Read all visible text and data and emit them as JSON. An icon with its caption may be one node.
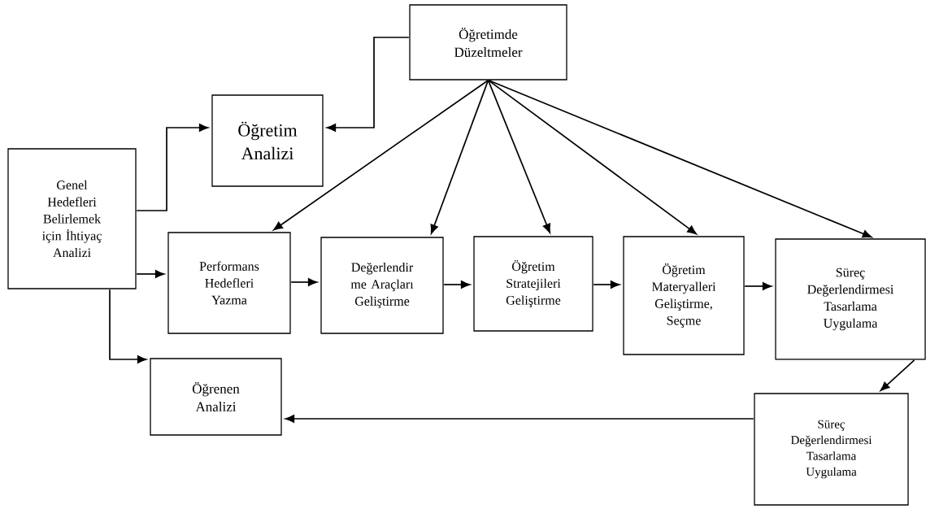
{
  "diagram": {
    "nodes": [
      {
        "text": [
          "Öğretimde Düzeltmeler"
        ]
      },
      {
        "text": [
          "Öğretim Analizi"
        ]
      },
      {
        "text": [
          "Genel Hedefleri Belirlemek için İhtiyaç Analizi"
        ]
      },
      {
        "text": [
          "Performans Hedefleri Yazma"
        ]
      },
      {
        "text": [
          "Değerlendir me Araçları Geliştirme"
        ]
      },
      {
        "text": [
          "Öğretim Stratejileri Geliştirme"
        ]
      },
      {
        "text": [
          "Öğretim Materyalleri Geliştirme, Seçme"
        ]
      },
      {
        "text": [
          "Süreç Değerlendirmesi Tasarlama Uygulama"
        ]
      },
      {
        "text": [
          "Öğrenen Analizi"
        ]
      },
      {
        "text": [
          "Süreç Değerlendirmesi Tasarlama Uygulama"
        ]
      }
    ],
    "edges": [
      {
        "from": 2,
        "to": 1,
        "arrow": "to"
      },
      {
        "from": 0,
        "to": 1,
        "arrow": "to"
      },
      {
        "from": 0,
        "to": 3,
        "arrow": "to"
      },
      {
        "from": 0,
        "to": 4,
        "arrow": "to"
      },
      {
        "from": 0,
        "to": 5,
        "arrow": "to"
      },
      {
        "from": 0,
        "to": 6,
        "arrow": "to"
      },
      {
        "from": 0,
        "to": 7,
        "arrow": "to"
      },
      {
        "from": 2,
        "to": 3,
        "arrow": "to"
      },
      {
        "from": 3,
        "to": 4,
        "arrow": "to"
      },
      {
        "from": 4,
        "to": 5,
        "arrow": "to"
      },
      {
        "from": 5,
        "to": 6,
        "arrow": "to"
      },
      {
        "from": 6,
        "to": 7,
        "arrow": "to"
      },
      {
        "from": 2,
        "to": 8,
        "arrow": "to"
      },
      {
        "from": 7,
        "to": 9,
        "arrow": "to"
      },
      {
        "from": 9,
        "to": 8,
        "arrow": "to"
      }
    ]
  }
}
